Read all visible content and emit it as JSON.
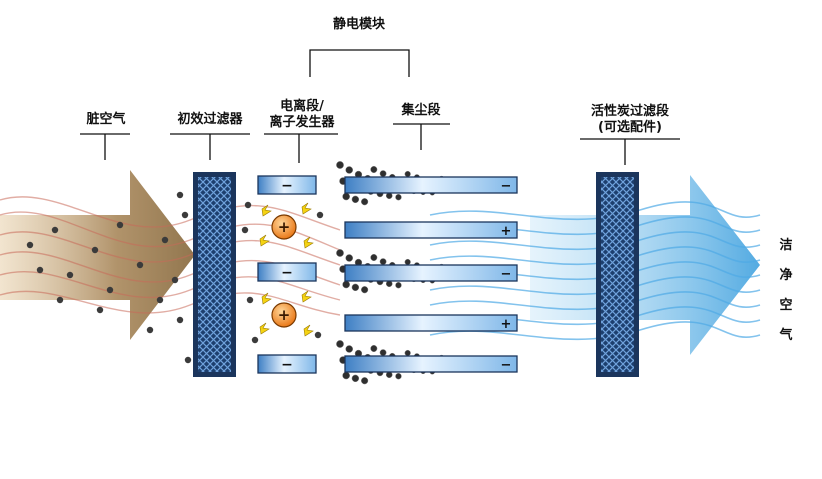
{
  "labels": {
    "module": "静电模块",
    "dirty_air": "脏空气",
    "prefilter": "初效过滤器",
    "ionizer_line1": "电离段/",
    "ionizer_line2": "离子发生器",
    "collector": "集尘段",
    "carbon_line1": "活性炭过滤段",
    "carbon_line2": "(可选配件)",
    "clean_air": [
      "洁",
      "净",
      "空",
      "气"
    ]
  },
  "signs": {
    "negative": "−",
    "positive": "+"
  },
  "colors": {
    "dirty_flow": "#c9a873",
    "clean_flow": "#6fb8e6",
    "filter_frame": "#2a4a78",
    "filter_mesh": "#3f74b8",
    "plate": "#9cc9ef",
    "ion": "#f08a1c",
    "spark": "#f5d312",
    "dust": "#3b3b3b"
  }
}
